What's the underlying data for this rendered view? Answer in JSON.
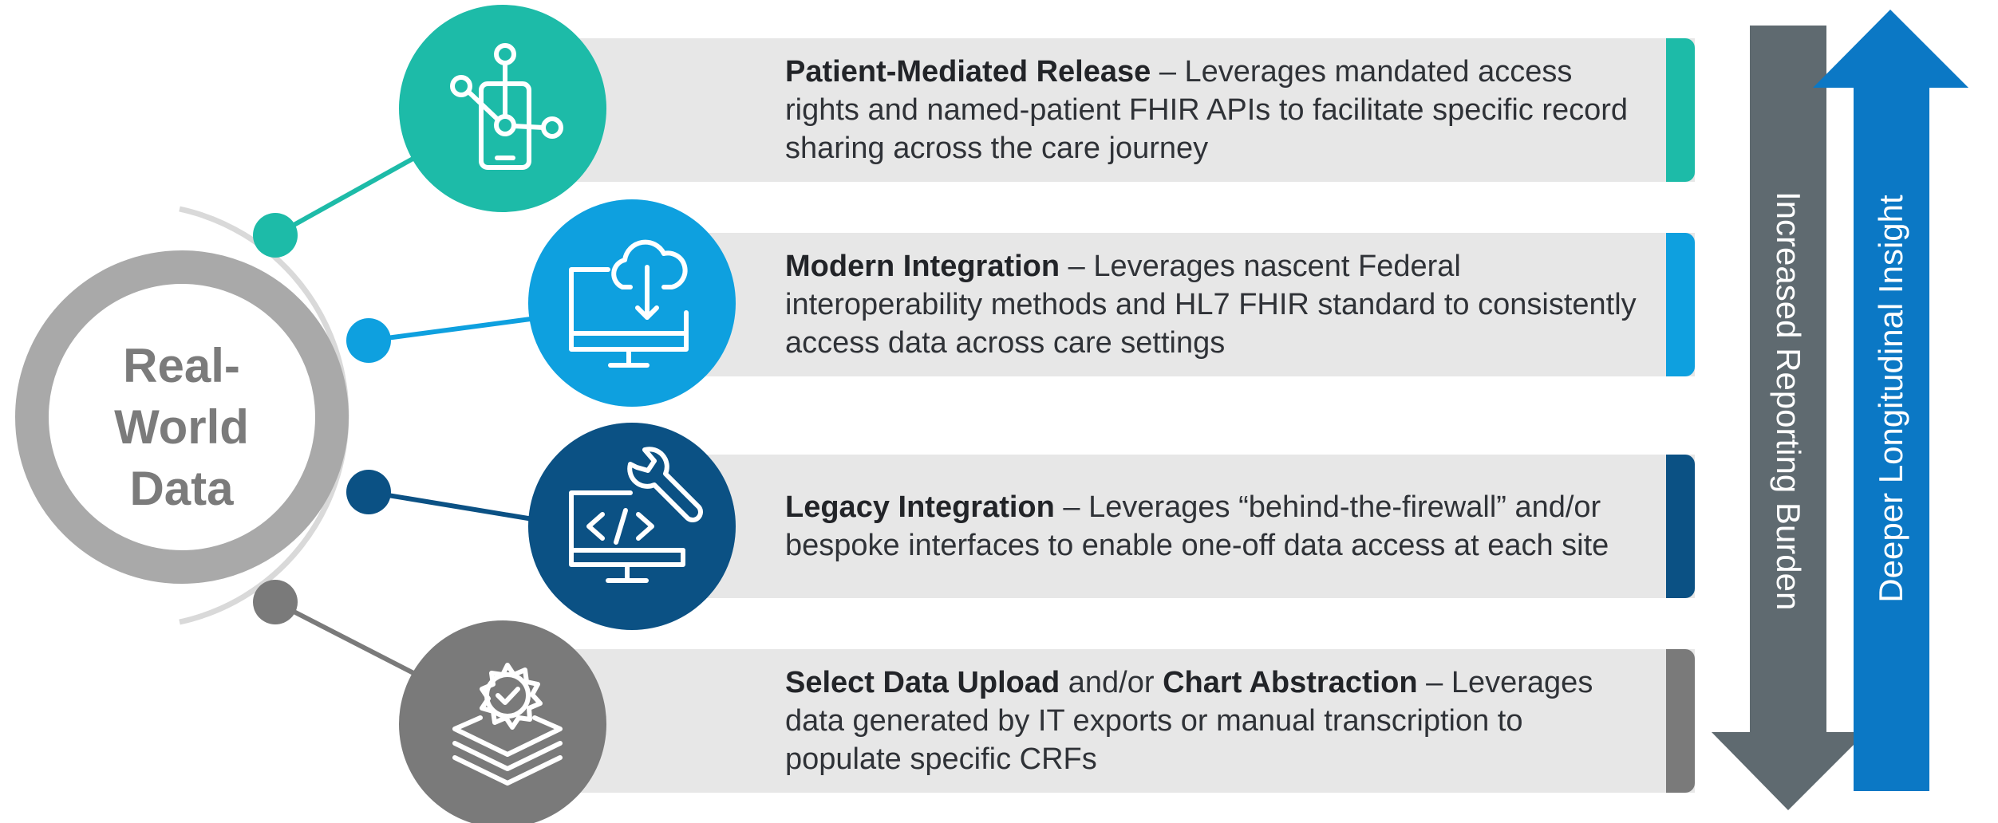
{
  "center_label": {
    "line1": "Real-",
    "line2": "World",
    "line3": "Data"
  },
  "items": [
    {
      "title": "Patient-Mediated Release",
      "mid": "",
      "title2": "",
      "desc": " – Leverages mandated access rights and named-patient FHIR APIs to facilitate specific record sharing across the care journey",
      "color": "#1dbba8",
      "icon": "mobile-network-icon"
    },
    {
      "title": "Modern Integration",
      "mid": "",
      "title2": "",
      "desc": " – Leverages nascent Federal interoperability methods and HL7 FHIR standard to consistently access data across care settings",
      "color": "#0ea0df",
      "icon": "cloud-download-monitor-icon"
    },
    {
      "title": "Legacy Integration",
      "mid": "",
      "title2": "",
      "desc": " – Leverages “behind-the-firewall” and/or bespoke interfaces to enable one-off data access at each site",
      "color": "#0b5184",
      "icon": "code-wrench-monitor-icon"
    },
    {
      "title": "Select Data Upload",
      "mid": " and/or ",
      "title2": "Chart Abstraction",
      "desc": " – Leverages data generated by IT exports or manual transcription to populate specific CRFs",
      "color": "#7a7a7a",
      "icon": "gear-layers-icon"
    }
  ],
  "arrows": {
    "down": {
      "label": "Increased Reporting Burden",
      "color": "#5f6a70"
    },
    "up": {
      "label": "Deeper Longitudinal Insight",
      "color": "#0b78c5"
    }
  }
}
